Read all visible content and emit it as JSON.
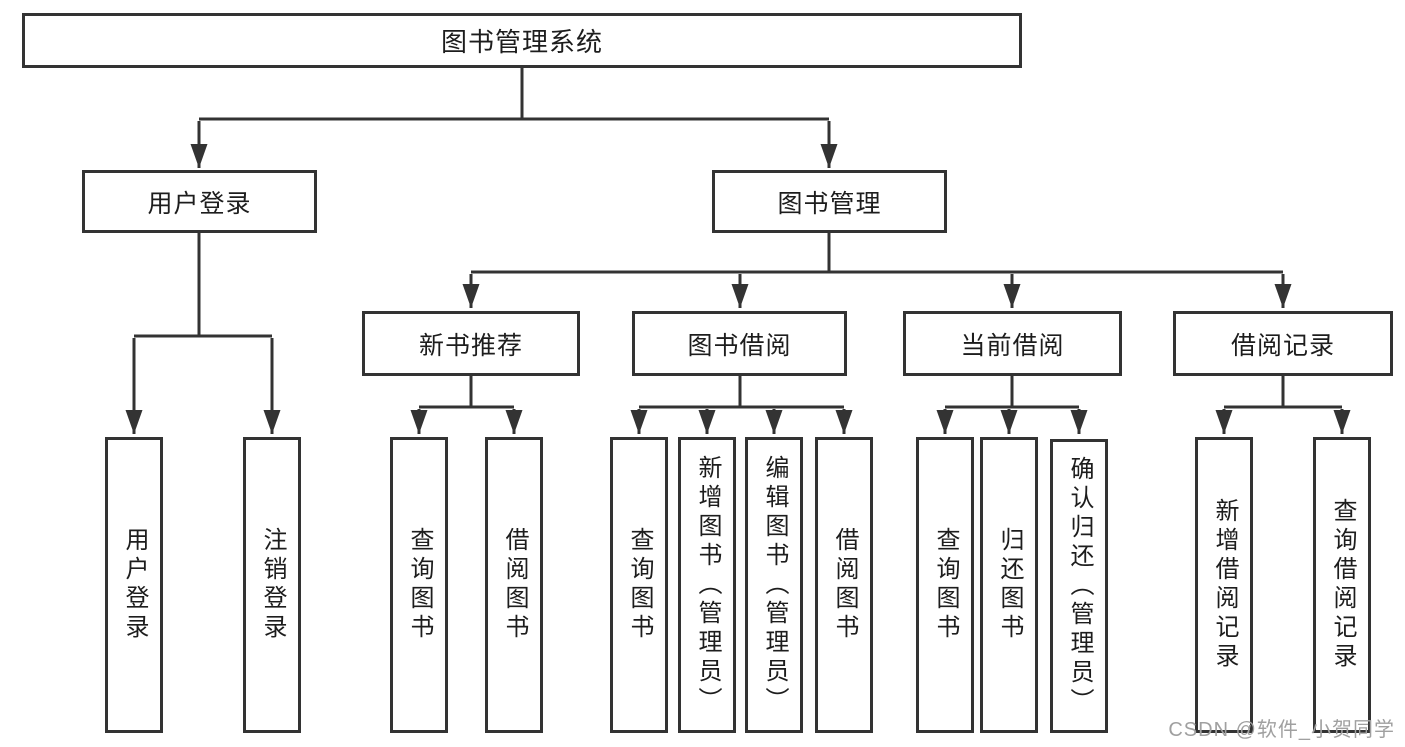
{
  "nodes": {
    "root": "图书管理系统",
    "user_login": "用户登录",
    "book_mgmt": "图书管理",
    "new_books": "新书推荐",
    "book_borrow": "图书借阅",
    "current_borrow": "当前借阅",
    "borrow_records": "借阅记录",
    "ul_user_login": "用户登录",
    "ul_logout": "注销登录",
    "nb_query_books": "查询图书",
    "nb_borrow_books": "借阅图书",
    "bb_query_books": "查询图书",
    "bb_add_books": "新增图书（管理员）",
    "bb_edit_books": "编辑图书（管理员）",
    "bb_borrow_books": "借阅图书",
    "cb_query_books": "查询图书",
    "cb_return_books": "归还图书",
    "cb_confirm_return": "确认归还（管理员）",
    "br_add_record": "新增借阅记录",
    "br_query_record": "查询借阅记录"
  },
  "watermark": "CSDN @软件_小贺同学",
  "colors": {
    "line": "#333333",
    "text": "#1d1d1d",
    "watermark": "#a0a0a0",
    "background": "#ffffff"
  }
}
